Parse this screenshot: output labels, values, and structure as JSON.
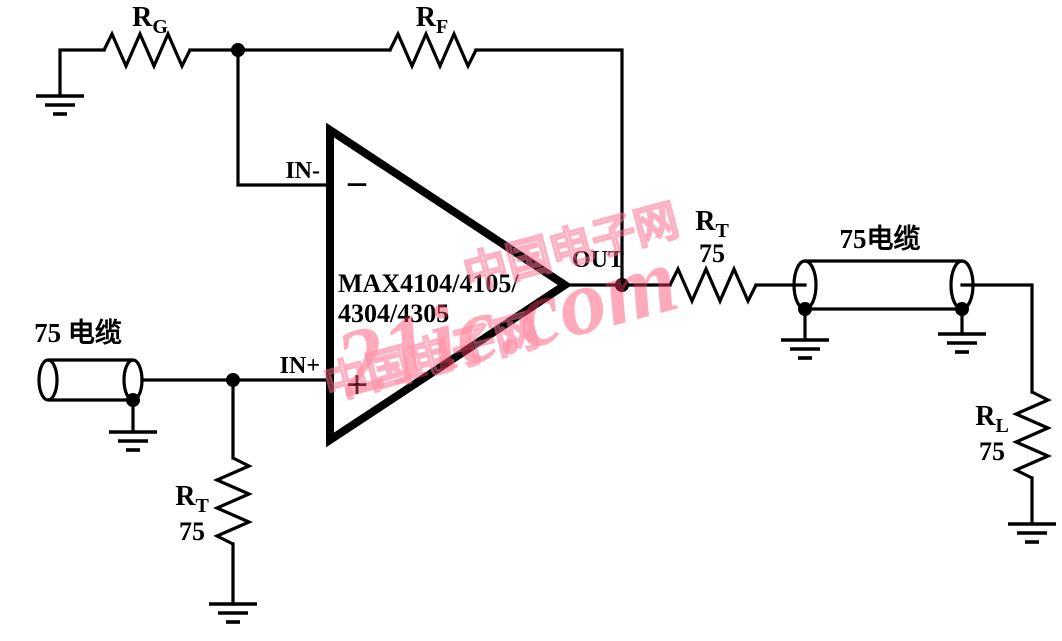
{
  "diagram": {
    "opamp": {
      "part_line1": "MAX4104/4105/",
      "part_line2": "4304/4305",
      "in_minus": "IN-",
      "in_plus": "IN+",
      "out": "OUT",
      "minus_sign": "−",
      "plus_sign": "+"
    },
    "resistors": {
      "rg": {
        "name": "R",
        "sub": "G"
      },
      "rf": {
        "name": "R",
        "sub": "F"
      },
      "rt_out": {
        "name": "R",
        "sub": "T",
        "value": "75"
      },
      "rt_in": {
        "name": "R",
        "sub": "T",
        "value": "75"
      },
      "rl": {
        "name": "R",
        "sub": "L",
        "value": "75"
      }
    },
    "cables": {
      "input_label": "75 电缆",
      "output_label": "75电缆"
    },
    "watermark": {
      "main": "21ic.com",
      "cn": "中国电子网",
      "color": "#ff3f63"
    }
  }
}
